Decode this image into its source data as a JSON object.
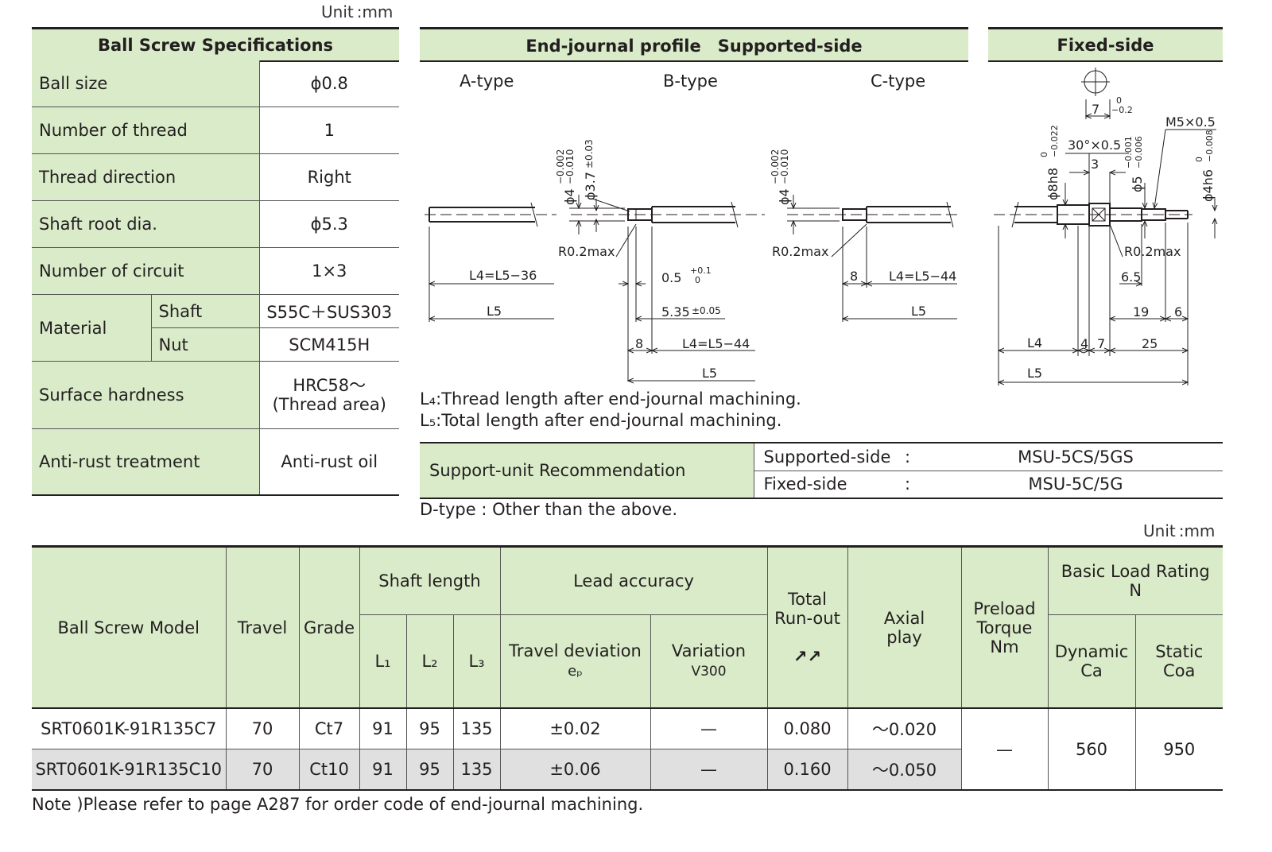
{
  "unit_top": "Unit :mm",
  "unit_main": "Unit :mm",
  "spec": {
    "title": "Ball Screw Specifications",
    "rows": [
      {
        "label": "Ball size",
        "value": "ϕ0.8"
      },
      {
        "label": "Number of thread",
        "value": "1"
      },
      {
        "label": "Thread direction",
        "value": "Right"
      },
      {
        "label": "Shaft root dia.",
        "value": "ϕ5.3"
      },
      {
        "label": "Number of circuit",
        "value": "1×3"
      }
    ],
    "material": {
      "label": "Material",
      "shaft_label": "Shaft",
      "shaft_value": "S55C＋SUS303",
      "nut_label": "Nut",
      "nut_value": "SCM415H"
    },
    "hardness": {
      "label": "Surface hardness",
      "value_line1": "HRC58～",
      "value_line2": "(Thread area)"
    },
    "rust": {
      "label": "Anti-rust treatment",
      "value": "Anti-rust oil"
    }
  },
  "journal": {
    "title": "End-journal profile　Supported-side",
    "fixed_title": "Fixed-side",
    "types": [
      "A-type",
      "B-type",
      "C-type"
    ],
    "dims": {
      "a_l4": "L4=L5−36",
      "a_l5": "L5",
      "b_r": "R0.2max",
      "b_d1": "ϕ4",
      "b_tol1a": "−0.002",
      "b_tol1b": "−0.010",
      "b_d2": "ϕ3.7",
      "b_tol2": "±0.03",
      "b_05": "0.5",
      "b_05tol_a": "+0.1",
      "b_05tol_b": "0",
      "b_535": "5.35",
      "b_535tol": "±0.05",
      "b_8": "8",
      "b_l4": "L4=L5−44",
      "b_l5": "L5",
      "c_d1": "ϕ4",
      "c_tol1a": "−0.002",
      "c_tol1b": "−0.010",
      "c_r": "R0.2max",
      "c_8": "8",
      "c_l4": "L4=L5−44",
      "c_l5": "L5",
      "f_7": "7",
      "f_7tol_a": "0",
      "f_7tol_b": "−0.2",
      "f_m5": "M5×0.5",
      "f_30": "30°×0.5",
      "f_3": "3",
      "f_d8": "ϕ8h8",
      "f_d8tol_a": "0",
      "f_d8tol_b": "−0.022",
      "f_d5": "ϕ5",
      "f_d5tol_a": "−0.001",
      "f_d5tol_b": "−0.006",
      "f_d4": "ϕ4h6",
      "f_d4tol_a": "0",
      "f_d4tol_b": "−0.008",
      "f_r": "R0.2max",
      "f_65": "6.5",
      "f_19": "19",
      "f_6": "6",
      "f_l4": "L4",
      "f_4": "4",
      "f_7b": "7",
      "f_25": "25",
      "f_l5": "L5"
    },
    "legend1": "L₄:Thread length after end-journal machining.",
    "legend2": "L₅:Total length after end-journal machining."
  },
  "support": {
    "label": "Support-unit Recommendation",
    "rows": [
      {
        "side": "Supported-side",
        "sep": ":",
        "unit": "MSU-5CS/5GS"
      },
      {
        "side": "Fixed-side",
        "sep": ":",
        "unit": "MSU-5C/5G"
      }
    ],
    "dtype": "D-type : Other than the above."
  },
  "main_table": {
    "headers": {
      "model": "Ball Screw Model",
      "travel": "Travel",
      "grade": "Grade",
      "shaft_length": "Shaft length",
      "l1": "L₁",
      "l2": "L₂",
      "l3": "L₃",
      "lead_accuracy": "Lead accuracy",
      "travel_dev": "Travel deviation",
      "travel_dev_sym": "eₚ",
      "variation": "Variation",
      "variation_sym": "V300",
      "runout_1": "Total",
      "runout_2": "Run-out",
      "runout_sym": "↗↗",
      "axial_1": "Axial",
      "axial_2": "play",
      "preload_1": "Preload",
      "preload_2": "Torque",
      "preload_3": "Nm",
      "basic_load_1": "Basic Load Rating",
      "basic_load_2": "N",
      "dynamic_1": "Dynamic",
      "dynamic_2": "Ca",
      "static_1": "Static",
      "static_2": "Coa"
    },
    "rows": [
      {
        "model": "SRT0601K-91R135C7",
        "travel": "70",
        "grade": "Ct7",
        "l1": "91",
        "l2": "95",
        "l3": "135",
        "travel_dev": "±0.02",
        "variation": "—",
        "runout": "0.080",
        "axial": "～0.020"
      },
      {
        "model": "SRT0601K-91R135C10",
        "travel": "70",
        "grade": "Ct10",
        "l1": "91",
        "l2": "95",
        "l3": "135",
        "travel_dev": "±0.06",
        "variation": "—",
        "runout": "0.160",
        "axial": "～0.050"
      }
    ],
    "preload": "—",
    "dynamic": "560",
    "static": "950"
  },
  "note": "Note )Please refer to page A287 for order code of end-journal machining."
}
